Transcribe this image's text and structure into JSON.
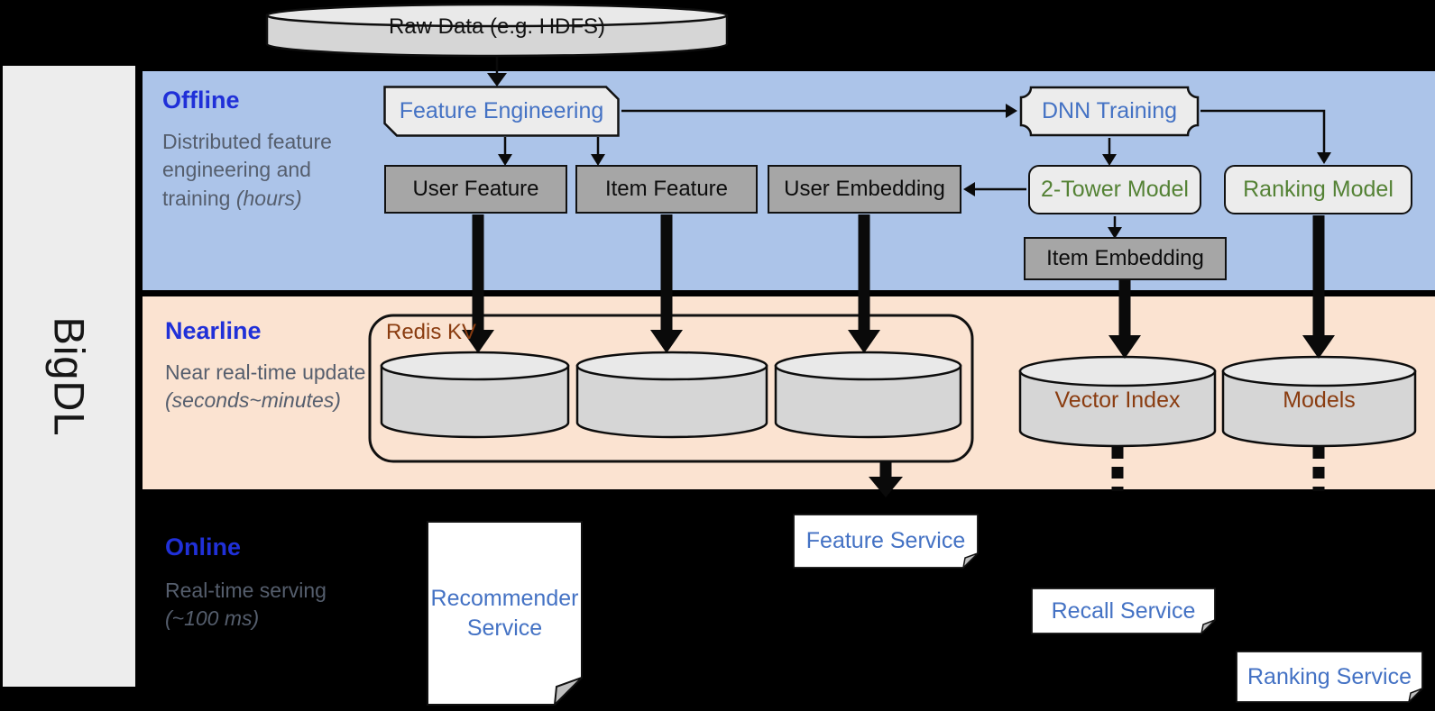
{
  "sidebar": {
    "label": "BigDL"
  },
  "raw_data_label": "Raw Data (e.g. HDFS)",
  "bands": {
    "offline": {
      "title": "Offline",
      "desc": "Distributed feature engineering and training ",
      "desc_italic": "(hours)"
    },
    "nearline": {
      "title": "Nearline",
      "desc": "Near real-time update ",
      "desc_italic": "(seconds~minutes)"
    },
    "online": {
      "title": "Online",
      "desc": "Real-time serving ",
      "desc_italic": "(~100 ms)"
    }
  },
  "nodes": {
    "feature_engineering": "Feature Engineering",
    "dnn_training": "DNN Training",
    "user_feature": "User Feature",
    "item_feature": "Item Feature",
    "user_embedding": "User Embedding",
    "two_tower_model": "2-Tower Model",
    "ranking_model": "Ranking Model",
    "item_embedding": "Item Embedding",
    "redis_kv": "Redis KV",
    "vector_index": "Vector Index",
    "models": "Models",
    "recommender_service": "Recommender Service",
    "feature_service": "Feature Service",
    "recall_service": "Recall Service",
    "ranking_service": "Ranking Service"
  },
  "colors": {
    "band_blue": "#acc4e9",
    "band_peach": "#fbe3d1",
    "node_blue_text": "#4472c4",
    "node_green_text": "#548235",
    "node_brown_text": "#8a3c10",
    "section_title_blue": "#2030d8",
    "desc_gray": "#555e6d",
    "gray_box": "#a6a6a6",
    "light_box": "#ececec",
    "cylinder_body": "#d6d6d6",
    "cylinder_top": "#e9e9e9"
  }
}
